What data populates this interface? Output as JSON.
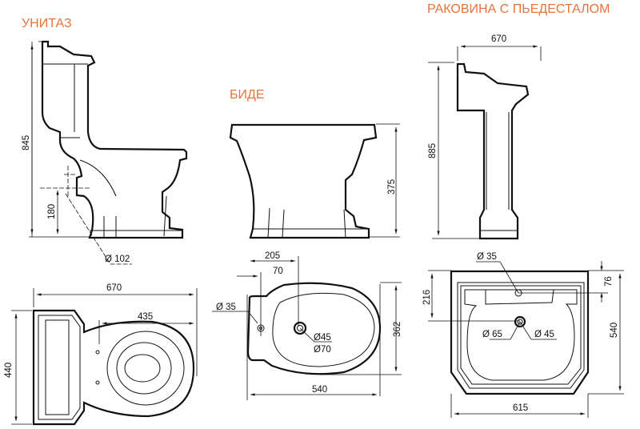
{
  "titles": {
    "toilet": "УНИТАЗ",
    "bidet": "БИДЕ",
    "basin": "РАКОВИНА С ПЬЕДЕСТАЛОМ"
  },
  "toilet_side": {
    "height": "845",
    "outlet_height": "180",
    "outlet_diameter": "Ø 102"
  },
  "toilet_top": {
    "length": "670",
    "bowl_length": "435",
    "width": "440"
  },
  "bidet_side": {
    "height": "375"
  },
  "bidet_top": {
    "dim_205": "205",
    "dim_70": "70",
    "hole_small": "Ø 35",
    "hole_45": "Ø45",
    "hole_70": "Ø70",
    "width": "362",
    "length": "540"
  },
  "basin_side": {
    "depth": "670",
    "height": "885"
  },
  "basin_top": {
    "tap_hole": "Ø 35",
    "dim_216": "216",
    "dim_76": "76",
    "depth": "540",
    "width": "615",
    "drain_65": "Ø 65",
    "drain_45": "Ø 45"
  },
  "colors": {
    "title": "#e8733a"
  }
}
